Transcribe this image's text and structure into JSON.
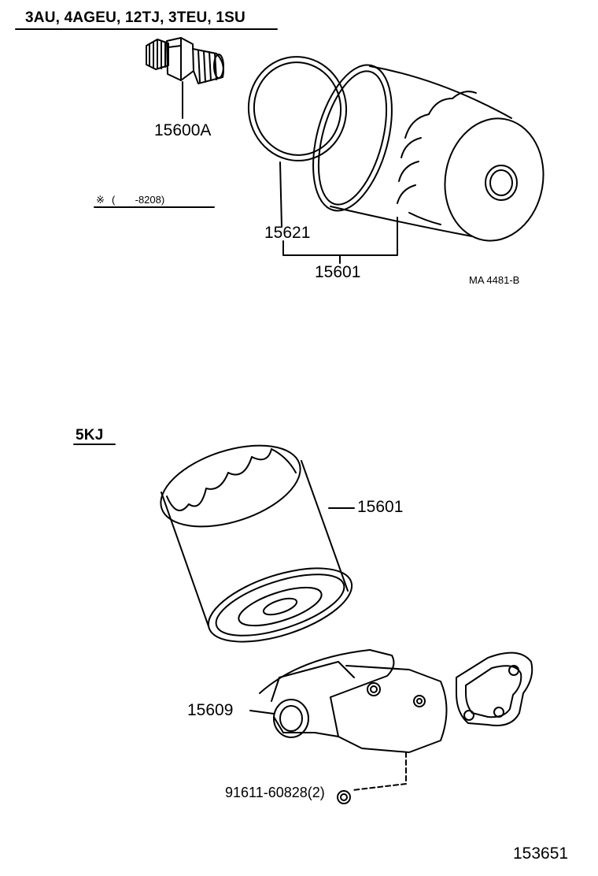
{
  "section_top": {
    "header": "3AU, 4AGEU, 12TJ, 3TEU, 1SU",
    "note_symbol": "※",
    "note_text": "(       -8208)",
    "code": "MA 4481-B",
    "labels": {
      "switch": "15600A",
      "gasket": "15621",
      "filter": "15601"
    }
  },
  "section_bottom": {
    "header": "5KJ",
    "labels": {
      "filter": "15601",
      "bracket": "15609",
      "bolt": "91611-60828(2)"
    }
  },
  "page_number": "153651"
}
